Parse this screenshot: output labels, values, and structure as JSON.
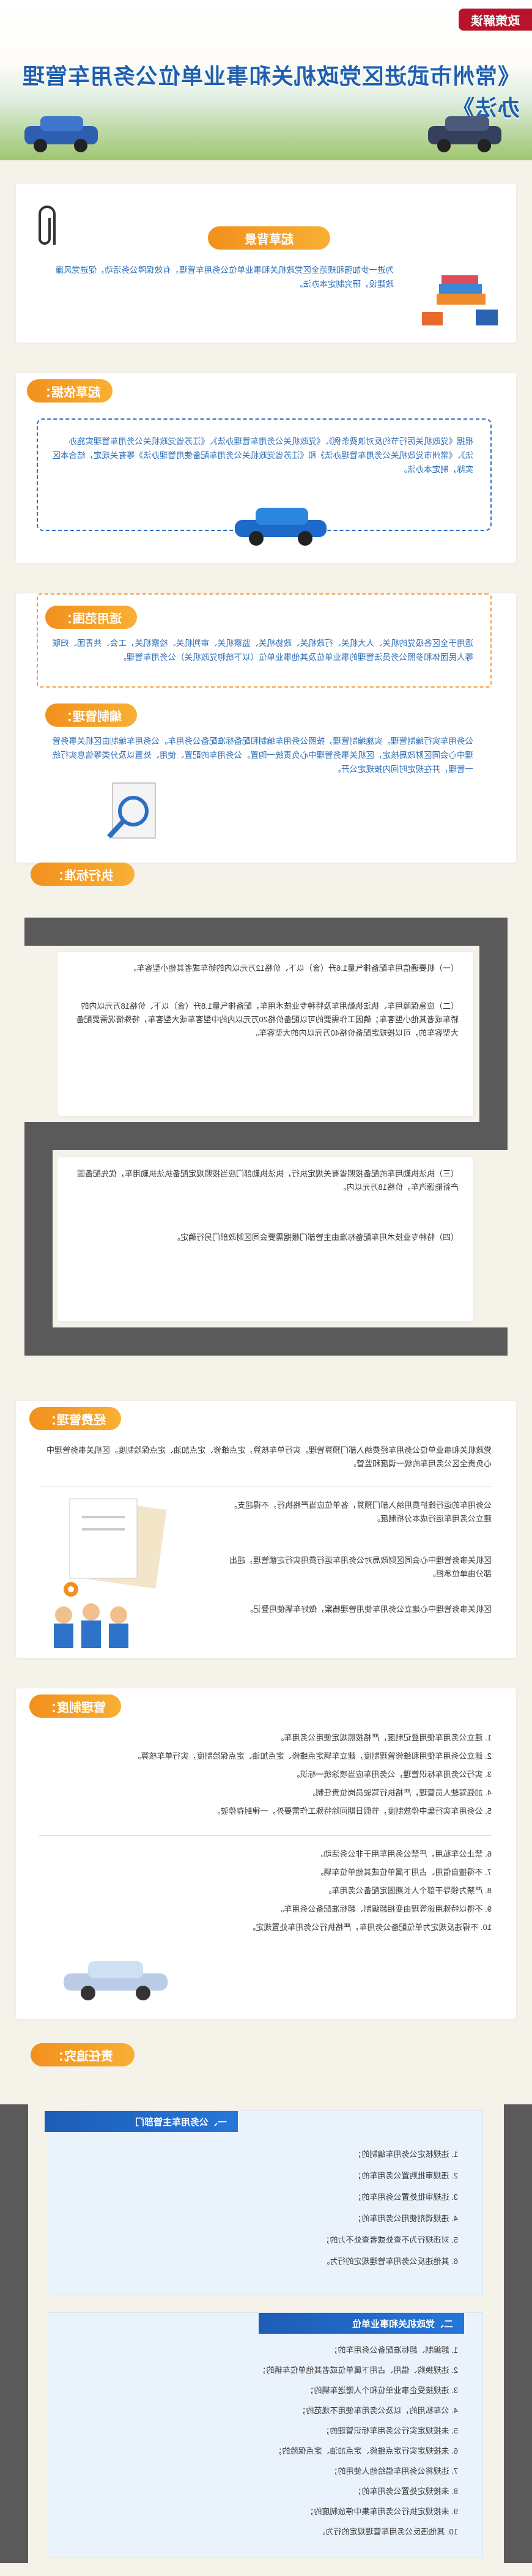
{
  "header": {
    "badge": "政策解读",
    "title": "《常州市武进区党政机关和事业单位公务用车管理办法》"
  },
  "sections": {
    "background": {
      "label": "起草背景",
      "text": "为进一步加强和规范全区党政机关和事业单位公务用车管理，有效保障公务活动，促进党风廉政建设，研究制定本办法。"
    },
    "basis": {
      "label": "起草依据：",
      "text": "根据《党政机关厉行节约反对浪费条例》、《党政机关公务用车管理办法》、《江苏省党政机关公务用车管理实施办法》、《常州市党政机关公务用车管理办法》和《江苏省党政机关公务用车配备使用管理办法》等有关规定，结合本区实际，制定本办法。"
    },
    "scope": {
      "label": "适用范围：",
      "text": "适用于全区各级党的机关、人大机关、行政机关、政协机关、监察机关、审判机关、检察机关，工会、共青团、妇联等人民团体和参照公务员法管理的事业单位及其他事业单位（以下统称党政机关）公务用车管理。"
    },
    "definition": {
      "label": "编制管理：",
      "text": "公务用车实行编制管理。实施编制管理，按照公务用车编制和配备标准配备公务用车。公务用车编制由区机关事务管理中心会同区财政局核定，区机关事务管理中心负责统一购置。公务用车的配置、使用、处置以及分类等信息实行统一管理，并在规定时间内按规定公开。"
    },
    "execution": {
      "label": "执行标准：",
      "items": [
        "（一）机要通信用车配备排气量1.6升（含）以下、价格12万元以内的轿车或者其他小型客车。",
        "（二）应急保障用车、执法执勤用车及特种专业技术用车，配备排气量1.8升（含）以下、价格18万元以内的轿车或者其他小型客车；确因工作需要的可以配备价格20万元以内的中型客车或大型客车，特殊情况需要配备大型客车的，可以按规定配备价格40万元以内的大型客车。",
        "（三）执法执勤用车的配备按照省有关规定执行，执法执勤部门应当按照规定配备执法执勤用车，优先配备国产新能源汽车，价格18万元以内。",
        "（四）特种专业技术用车配备标准由主管部门根据需要会同区财政部门另行确定。"
      ]
    },
    "funding": {
      "label": "经费管理：",
      "items": [
        "党政机关和事业单位公务用车经费纳入部门预算管理。实行单车核算，定点维修、定点加油、定点保险制度。区机关事务管理中心负责全区公务用车的统一调度和监管。",
        "公务用车的运行维护费用纳入部门预算，各单位应当严格执行，不得超支。建立公务用车运行成本分析制度。",
        "区机关事务管理中心会同区财政局对公务用车运行费用实行定额管理，超出部分由单位承担。",
        "区机关事务管理中心建立公务用车使用管理档案，做好车辆使用登记。"
      ]
    },
    "management": {
      "label": "管理制度：",
      "items": [
        "1. 建立公务用车使用登记制度，严格按照规定使用公务用车。",
        "2. 建立公务用车使用和维修管理制度，建立车辆定点维修、定点加油、定点保险制度，实行单车核算。",
        "3. 实行公务用车标识管理，公务用车应当喷涂统一标识。",
        "4. 加强驾驶人员管理，严格执行驾驶员岗位责任制。",
        "5. 公务用车实行集中停放制度，节假日期间除特殊工作需要外，一律封存停驶。",
        "6. 禁止公车私用，严禁公务用车用于非公务活动。",
        "7. 不得擅自借用、占用下属单位或其他单位车辆。",
        "8. 严禁为领导干部个人长期固定配备公务用车。",
        "9. 不得以特殊用途等理由变相超编制、超标准配备公务用车。",
        "10. 不得违反规定为单位配备公务用车，严格执行公务用车处置规定。"
      ]
    },
    "accountability": {
      "label": "责任追究：",
      "panel_one_title": "一、公务用车主管部门",
      "panel_one_items": [
        "1. 违规核定公务用车编制的；",
        "2. 违规审批购置公务用车的；",
        "3. 违规审批处置公务用车的；",
        "4. 违规调剂使用公务用车的；",
        "5. 对违规行为不查处或者查处不力的；",
        "6. 其他违反公务用车管理规定的行为。"
      ],
      "panel_two_title": "二、党政机关和事业单位",
      "panel_two_items": [
        "1. 超编制、超标准配备公务用车的；",
        "2. 违规换购、借用、占用下属单位或者其他单位车辆的；",
        "3. 违规接受企事业单位和个人赠送车辆的；",
        "4. 公车私用的，以及公务用车使用不规范的；",
        "5. 未按规定实行公务用车标识管理的；",
        "6. 未按规定实行定点维修、定点加油、定点保险的；",
        "7. 违规将公务用车借给他人使用的；",
        "8. 未按规定处置公务用车的；",
        "9. 未按规定执行公务用车集中停放制度的；",
        "10. 其他违反公务用车管理规定的行为。"
      ]
    }
  },
  "icons": {
    "paperclip": "paperclip-icon",
    "car": "car-icon",
    "magnifier": "magnifier-icon",
    "people": "people-icon",
    "gear": "gear-icon",
    "tree": "tree-icon",
    "books": "books-icon",
    "documents": "documents-icon"
  },
  "colors": {
    "accent": "#f1901d",
    "title_blue": "#1f5fb0",
    "badge_red": "#b7132a",
    "highlight": "#e0455f"
  }
}
